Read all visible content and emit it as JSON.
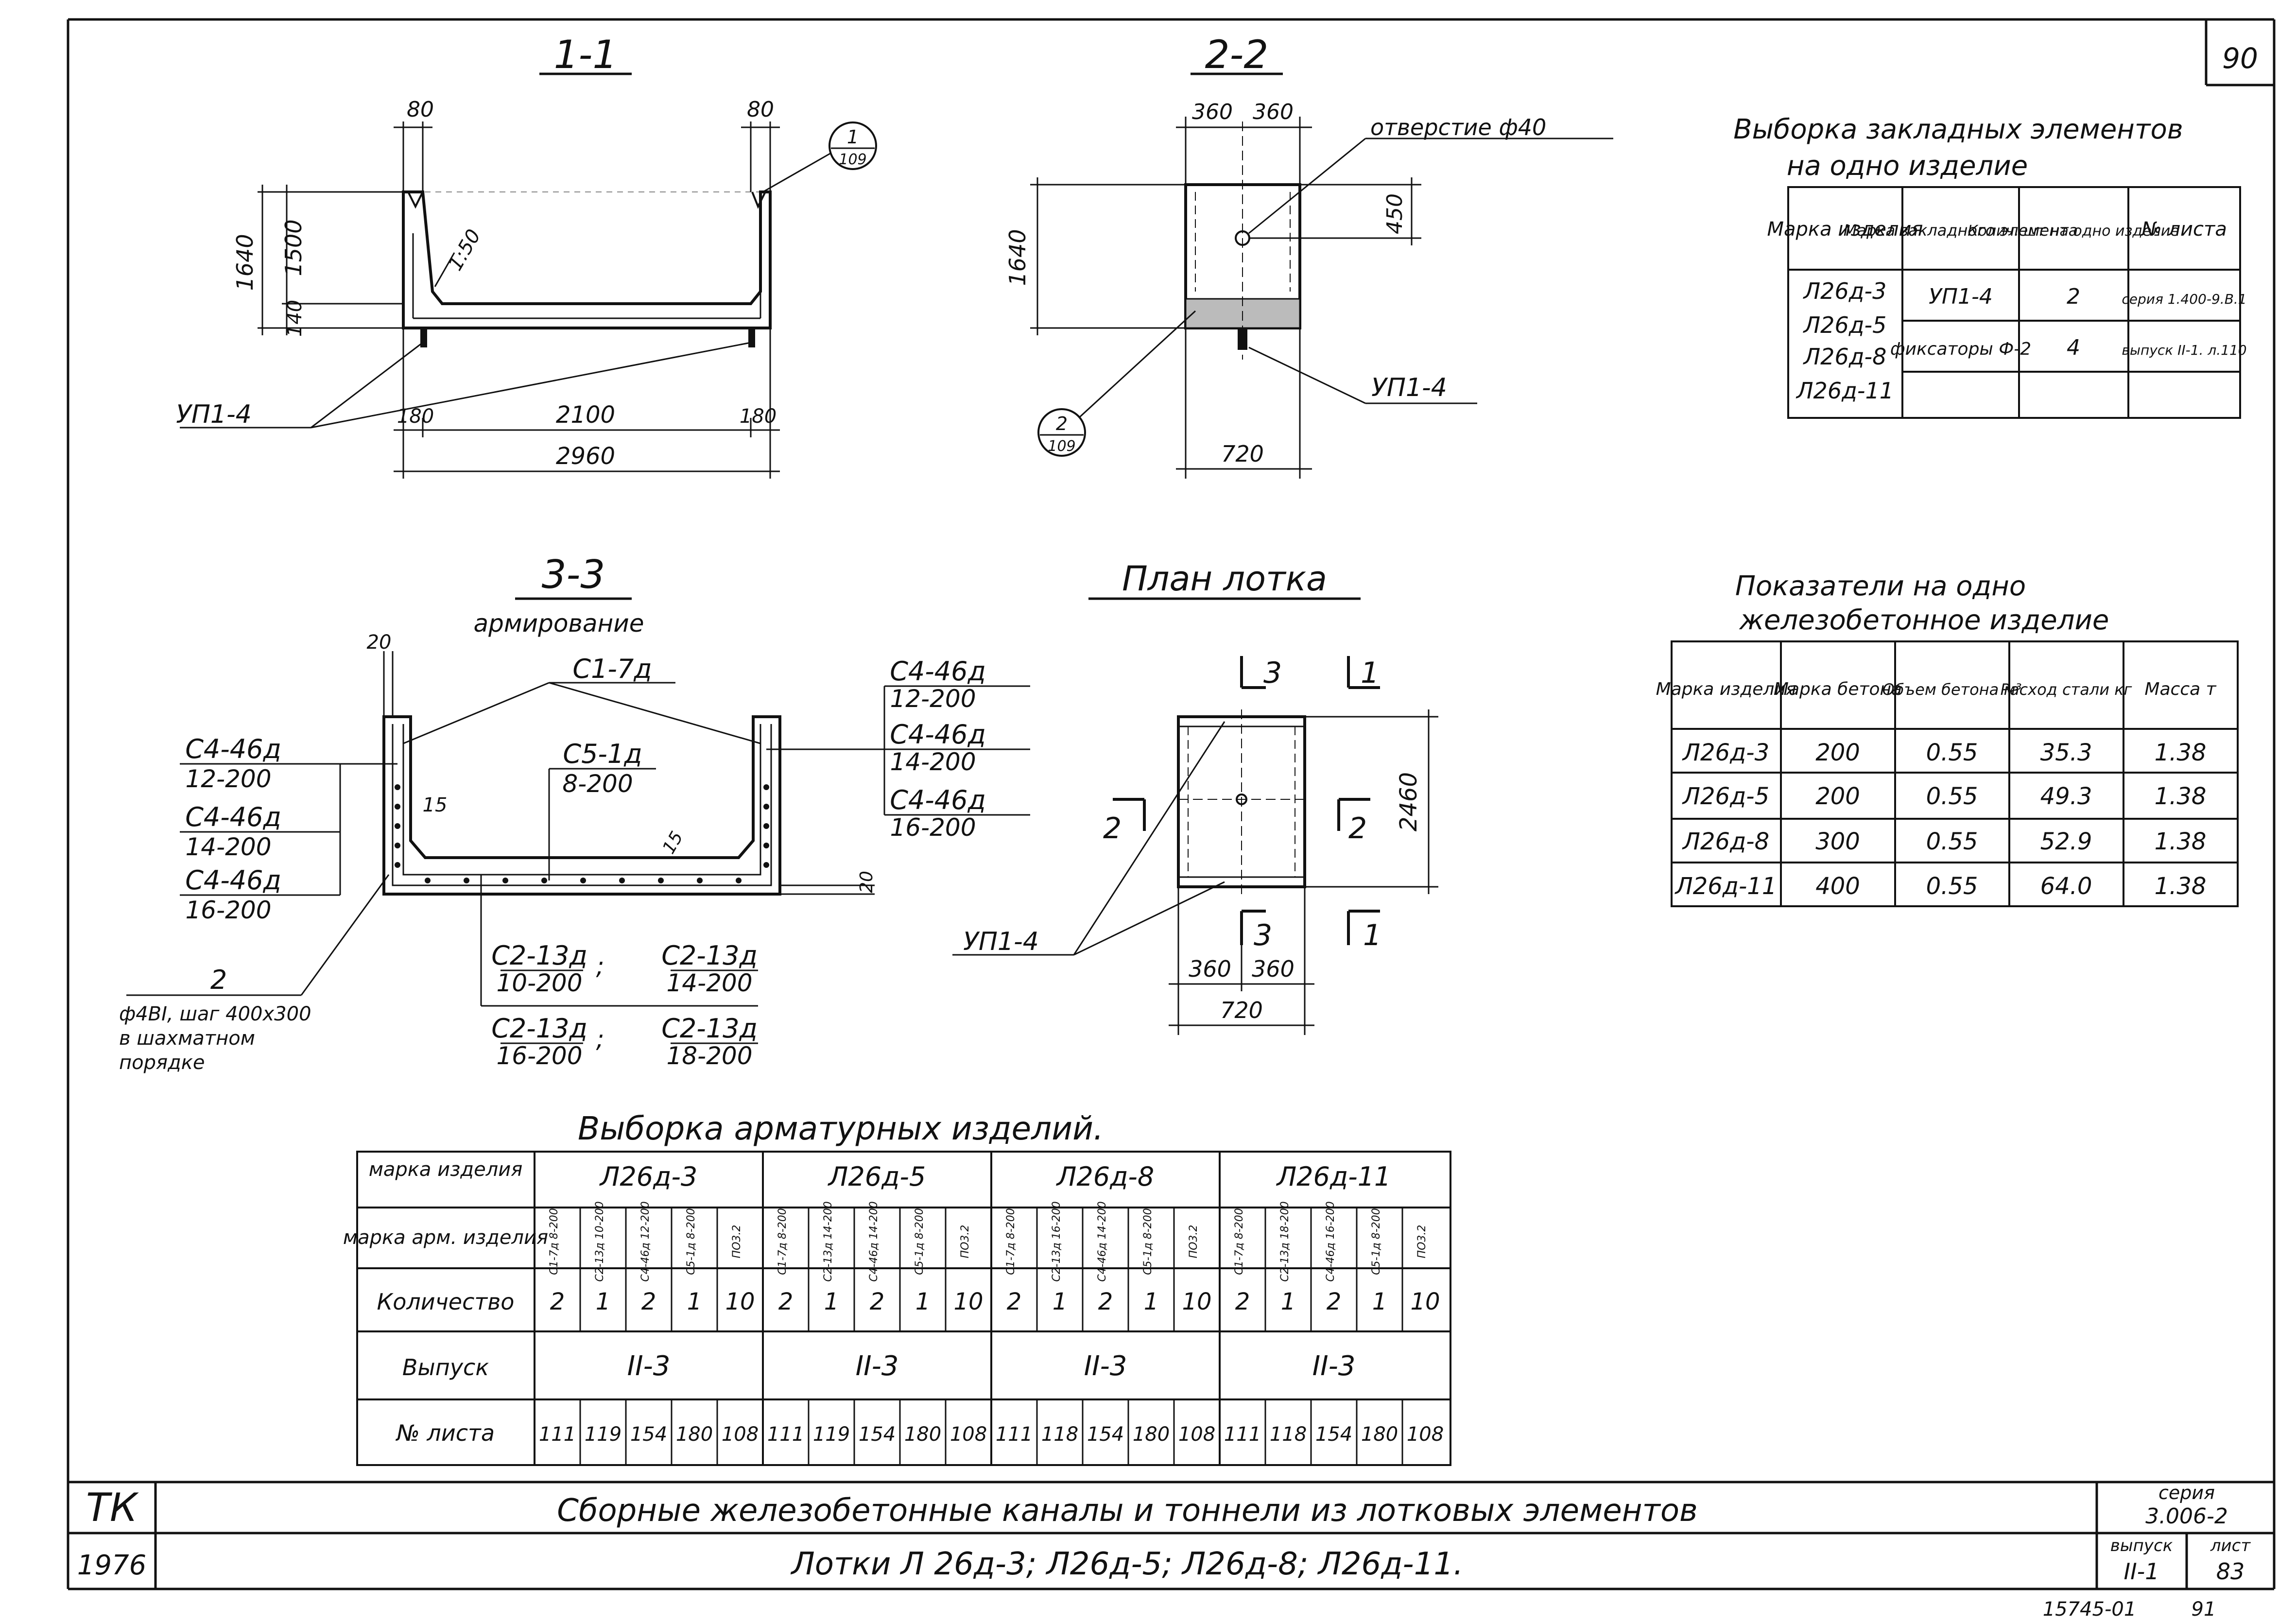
{
  "sheet": {
    "page_number": "90",
    "org": "ТК",
    "year": "1976",
    "title_main": "Сборные железобетонные каналы и тоннели из лотковых элементов",
    "title_sub": "Лотки Л 26д-3; Л26д-5; Л26д-8; Л26д-11.",
    "series_label": "серия",
    "series_value": "3.006-2",
    "issue_label": "выпуск",
    "issue_value": "II-1",
    "sheet_label": "лист",
    "sheet_value": "83",
    "archive_no": "15745-01",
    "archive_page": "91"
  },
  "section_1_1": {
    "title": "1-1",
    "dims": [
      "80",
      "80",
      "1640",
      "1500",
      "140",
      "2100",
      "180",
      "180",
      "2960",
      "1:50"
    ],
    "label_embed": "УП1-4",
    "callout": {
      "num": "1",
      "sheet": "109"
    }
  },
  "section_2_2": {
    "title": "2-2",
    "dims": [
      "360",
      "360",
      "450",
      "1640",
      "720"
    ],
    "hole_label": "отверстие ф40",
    "label_embed": "УП1-4",
    "callout": {
      "num": "2",
      "sheet": "109"
    }
  },
  "section_3_3": {
    "title": "3-3",
    "subtitle": "армирование",
    "dims": [
      "20",
      "15",
      "15",
      "20"
    ],
    "labels": {
      "c1": "С1-7д",
      "c5_a": "С5-1д",
      "c5_b": "8-200",
      "left": [
        [
          "С4-46д",
          "12-200"
        ],
        [
          "С4-46д",
          "14-200"
        ],
        [
          "С4-46д",
          "16-200"
        ]
      ],
      "right": [
        [
          "С4-46д",
          "12-200"
        ],
        [
          "С4-46д",
          "14-200"
        ],
        [
          "С4-46д",
          "16-200"
        ]
      ],
      "c2_row1_a": [
        "С2-13д",
        "10-200"
      ],
      "c2_row1_b": [
        "С2-13д",
        "14-200"
      ],
      "c2_row2_a": [
        "С2-13д",
        "16-200"
      ],
      "c2_row2_b": [
        "С2-13д",
        "18-200"
      ],
      "pos_2": "2",
      "note_2_1": "ф4ВI, шаг 400х300",
      "note_2_2": "в шахматном",
      "note_2_3": "порядке"
    }
  },
  "plan": {
    "title": "План лотка",
    "dims": [
      "2460",
      "360",
      "360",
      "720"
    ],
    "cut_labels": [
      "3",
      "1",
      "2",
      "2",
      "3",
      "1"
    ],
    "label_embed": "УП1-4"
  },
  "embedded_table": {
    "title_1": "Выборка закладных элементов",
    "title_2": "на одно изделие",
    "headers": [
      "Марка изделия",
      "Марка закладного элемента",
      "Колич. шт на одно изделие",
      "№ листа"
    ],
    "items": [
      "Л26д-3",
      "Л26д-5",
      "Л26д-8",
      "Л26д-11"
    ],
    "row_up": [
      "УП1-4",
      "2",
      "серия 1.400-9.В.1"
    ],
    "row_fix": [
      "фиксаторы Ф-2",
      "4",
      "выпуск II-1. л.110"
    ]
  },
  "indicators_table": {
    "title_1": "Показатели на одно",
    "title_2": "железобетонное изделие",
    "headers": [
      "Марка изделия",
      "Марка бетона",
      "Объем бетона м³",
      "Расход стали кг",
      "Масса т"
    ],
    "rows": [
      [
        "Л26д-3",
        "200",
        "0.55",
        "35.3",
        "1.38"
      ],
      [
        "Л26д-5",
        "200",
        "0.55",
        "49.3",
        "1.38"
      ],
      [
        "Л26д-8",
        "300",
        "0.55",
        "52.9",
        "1.38"
      ],
      [
        "Л26д-11",
        "400",
        "0.55",
        "64.0",
        "1.38"
      ]
    ]
  },
  "rebar_table": {
    "title": "Выборка арматурных изделий.",
    "row_headers": [
      "марка изделия",
      "марка арм. изделия",
      "Количество",
      "Выпуск",
      "№ листа"
    ],
    "groups": [
      {
        "name": "Л26д-3",
        "arm": [
          "С1-7д 8-200",
          "С2-13д 10-200",
          "С4-46д 12-200",
          "С5-1д 8-200",
          "ПО3.2"
        ],
        "qty": [
          "2",
          "1",
          "2",
          "1",
          "10"
        ],
        "issue": "II-3",
        "sheets": [
          "111",
          "119",
          "154",
          "180",
          "108"
        ]
      },
      {
        "name": "Л26д-5",
        "arm": [
          "С1-7д 8-200",
          "С2-13д 14-200",
          "С4-46д 14-200",
          "С5-1д 8-200",
          "ПО3.2"
        ],
        "qty": [
          "2",
          "1",
          "2",
          "1",
          "10"
        ],
        "issue": "II-3",
        "sheets": [
          "111",
          "119",
          "154",
          "180",
          "108"
        ]
      },
      {
        "name": "Л26д-8",
        "arm": [
          "С1-7д 8-200",
          "С2-13д 16-200",
          "С4-46д 14-200",
          "С5-1д 8-200",
          "ПО3.2"
        ],
        "qty": [
          "2",
          "1",
          "2",
          "1",
          "10"
        ],
        "issue": "II-3",
        "sheets": [
          "111",
          "118",
          "154",
          "180",
          "108"
        ]
      },
      {
        "name": "Л26д-11",
        "arm": [
          "С1-7д 8-200",
          "С2-13д 18-200",
          "С4-46д 16-200",
          "С5-1д 8-200",
          "ПО3.2"
        ],
        "qty": [
          "2",
          "1",
          "2",
          "1",
          "10"
        ],
        "issue": "II-3",
        "sheets": [
          "111",
          "118",
          "154",
          "180",
          "108"
        ]
      }
    ]
  }
}
